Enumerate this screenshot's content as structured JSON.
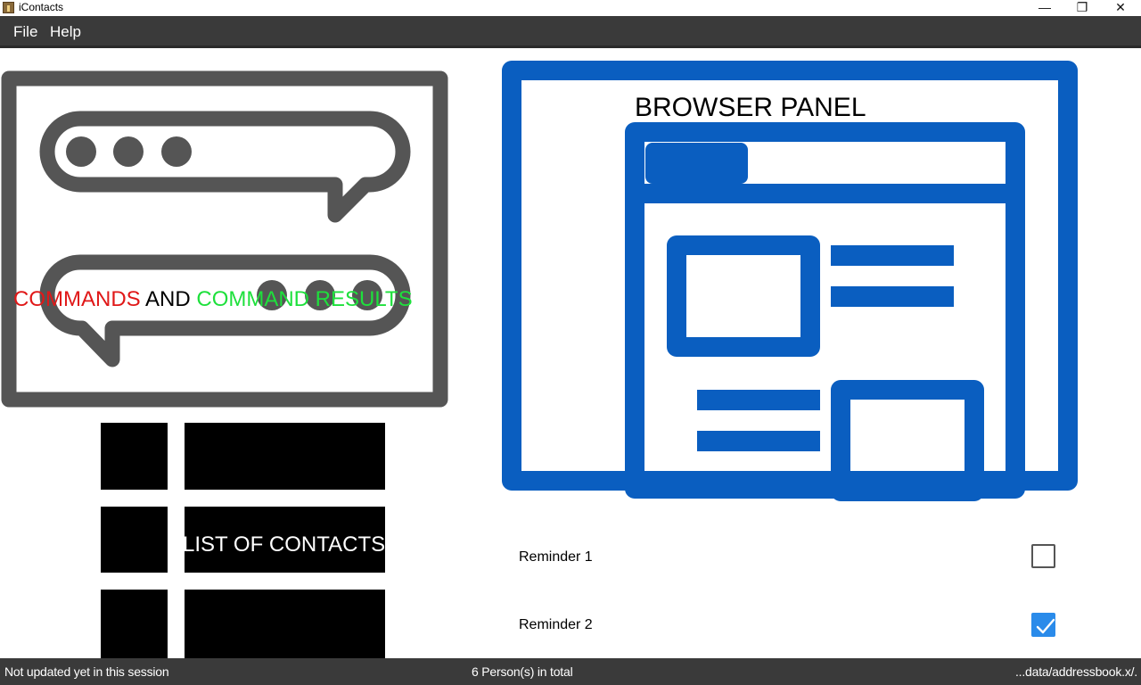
{
  "window": {
    "title": "iContacts",
    "minimize": "—",
    "restore": "❐",
    "close": "✕"
  },
  "menu": {
    "file": "File",
    "help": "Help"
  },
  "command_panel": {
    "label_commands": "COMMANDS",
    "label_and": " AND ",
    "label_results": "COMMAND RESULTS",
    "colors": {
      "commands": "#e01818",
      "and": "#000000",
      "results": "#1ee03c",
      "icon": "#555555"
    }
  },
  "contacts_panel": {
    "label": "LIST OF CONTACTS"
  },
  "browser_panel": {
    "label": "BROWSER PANEL",
    "accent": "#0a5ec0"
  },
  "reminders": [
    {
      "label": "Reminder 1",
      "checked": false
    },
    {
      "label": "Reminder 2",
      "checked": true
    }
  ],
  "status_bar": {
    "sync_status": "Not updated yet in this session",
    "total": "6 Person(s) in total",
    "save_location": "...data/addressbook.x/."
  }
}
